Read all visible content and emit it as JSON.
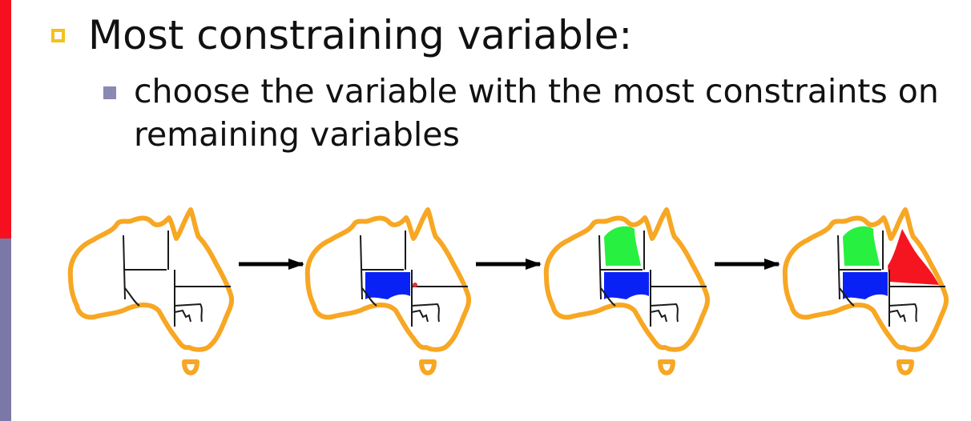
{
  "slide": {
    "heading": "Most constraining variable:",
    "sub_bullet": "choose the variable with the most constraints on remaining variables"
  },
  "colors": {
    "side_bar_top": "#f5101f",
    "side_bar_bottom": "#7b78a8",
    "bullet_1": "#f2c21d",
    "bullet_2": "#8a89b3",
    "map_outline": "#f7a723",
    "region_border": "#1a1a1a",
    "assigned_blue": "#0a21f5",
    "assigned_green": "#28f040",
    "assigned_red": "#f51520",
    "arrow": "#000000"
  },
  "diagram": {
    "steps": [
      {
        "label": "",
        "assigned": []
      },
      {
        "label": "",
        "assigned": [
          "blue"
        ]
      },
      {
        "label": "",
        "assigned": [
          "blue",
          "green"
        ]
      },
      {
        "label": "",
        "assigned": [
          "blue",
          "green",
          "red"
        ]
      }
    ],
    "arrows": 3
  }
}
